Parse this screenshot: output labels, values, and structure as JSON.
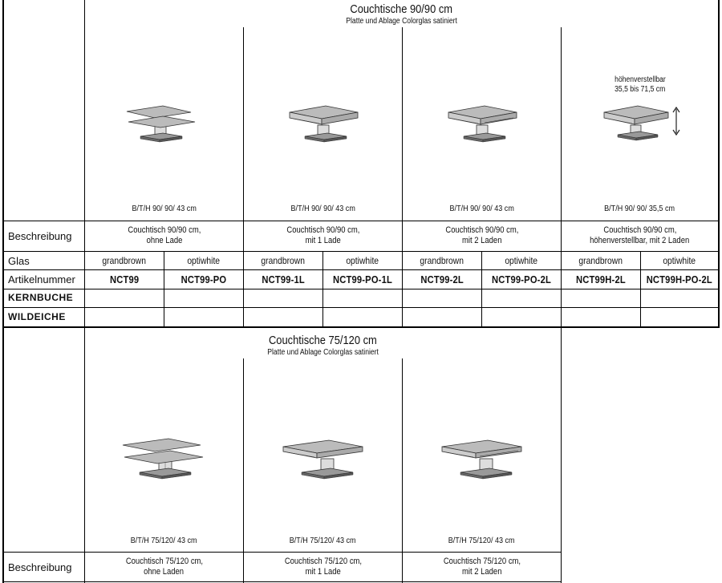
{
  "section1": {
    "title": "Couchtische 90/90 cm",
    "subtitle": "Platte und Ablage Colorglas satiniert",
    "height_adjust_note": [
      "höhenverstellbar",
      "35,5 bis 71,5 cm"
    ],
    "dimensions": [
      "B/T/H 90/ 90/ 43 cm",
      "B/T/H 90/ 90/ 43 cm",
      "B/T/H 90/ 90/ 43 cm",
      "B/T/H 90/ 90/ 35,5 cm"
    ],
    "row_labels": {
      "description": "Beschreibung",
      "glass": "Glas",
      "article": "Artikelnummer"
    },
    "descriptions": [
      [
        "Couchtisch 90/90 cm,",
        "ohne Lade"
      ],
      [
        "Couchtisch 90/90 cm,",
        "mit 1 Lade"
      ],
      [
        "Couchtisch 90/90 cm,",
        "mit 2 Laden"
      ],
      [
        "Couchtisch 90/90 cm,",
        "höhenverstellbar, mit 2 Laden"
      ]
    ],
    "glass": [
      "grandbrown",
      "optiwhite",
      "grandbrown",
      "optiwhite",
      "grandbrown",
      "optiwhite",
      "grandbrown",
      "optiwhite"
    ],
    "articles": [
      "NCT99",
      "NCT99-PO",
      "NCT99-1L",
      "NCT99-PO-1L",
      "NCT99-2L",
      "NCT99-PO-2L",
      "NCT99H-2L",
      "NCT99H-PO-2L"
    ],
    "wood_rows": [
      "KERNBUCHE",
      "WILDEICHE"
    ]
  },
  "section2": {
    "title": "Couchtische 75/120 cm",
    "subtitle": "Platte und Ablage Colorglas satiniert",
    "dimensions": [
      "B/T/H 75/120/ 43 cm",
      "B/T/H 75/120/ 43 cm",
      "B/T/H 75/120/ 43 cm"
    ],
    "row_label": "Beschreibung",
    "descriptions": [
      [
        "Couchtisch 75/120 cm,",
        "ohne Laden"
      ],
      [
        "Couchtisch 75/120 cm,",
        "mit 1 Lade"
      ],
      [
        "Couchtisch 75/120 cm,",
        "mit 2 Laden"
      ]
    ]
  }
}
